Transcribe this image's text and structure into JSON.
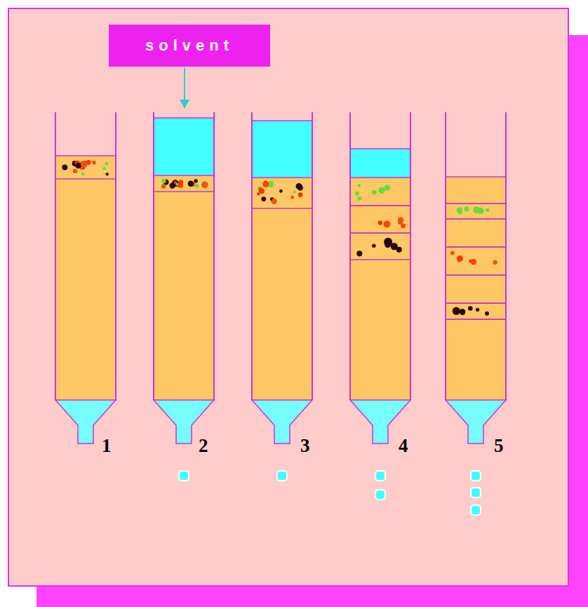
{
  "diagram": {
    "nodes": [
      {
        "text": [
          "solvent"
        ]
      }
    ],
    "labels": [
      "1",
      "2",
      "3",
      "4",
      "5"
    ]
  }
}
